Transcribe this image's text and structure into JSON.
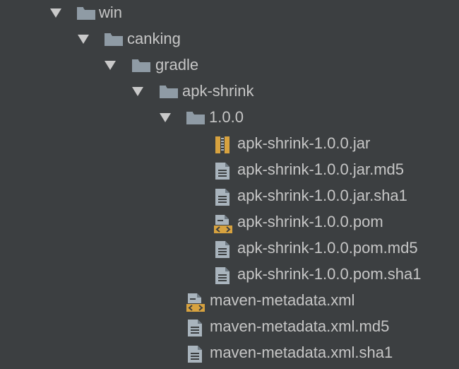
{
  "tree": {
    "win": "win",
    "canking": "canking",
    "gradle": "gradle",
    "apk_shrink": "apk-shrink",
    "version": "1.0.0",
    "files": {
      "jar": "apk-shrink-1.0.0.jar",
      "jar_md5": "apk-shrink-1.0.0.jar.md5",
      "jar_sha1": "apk-shrink-1.0.0.jar.sha1",
      "pom": "apk-shrink-1.0.0.pom",
      "pom_md5": "apk-shrink-1.0.0.pom.md5",
      "pom_sha1": "apk-shrink-1.0.0.pom.sha1"
    },
    "metadata": {
      "xml": "maven-metadata.xml",
      "xml_md5": "maven-metadata.xml.md5",
      "xml_sha1": "maven-metadata.xml.sha1"
    }
  },
  "icons": {
    "folder": "folder-icon",
    "jar": "archive-icon",
    "text": "text-file-icon",
    "xml": "xml-file-icon"
  },
  "colors": {
    "background": "#3c3f41",
    "text": "#c6c6c6",
    "folder": "#8f9ba5",
    "file": "#a9b4bd",
    "accent": "#d7a23f"
  }
}
